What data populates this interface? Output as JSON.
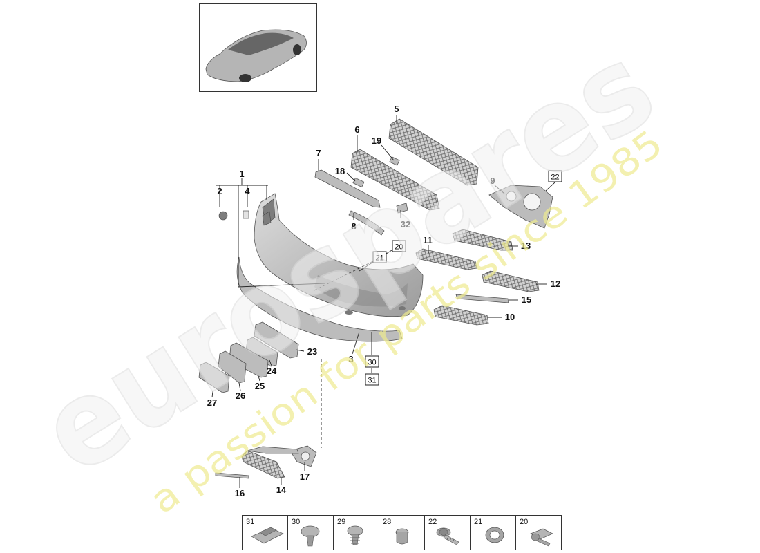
{
  "diagram": {
    "thumbnail_icon": "car-thumbnail"
  },
  "callouts": {
    "c1": "1",
    "c2": "2",
    "c3": "3",
    "c4": "4",
    "c5": "5",
    "c6": "6",
    "c7": "7",
    "c8": "8",
    "c9": "9",
    "c10": "10",
    "c11": "11",
    "c12": "12",
    "c13": "13",
    "c14": "14",
    "c15": "15",
    "c16": "16",
    "c17": "17",
    "c18": "18",
    "c19": "19",
    "c23": "23",
    "c24": "24",
    "c25": "25",
    "c26": "26",
    "c27": "27",
    "c32": "32"
  },
  "boxed_refs": {
    "b20": "20",
    "b21": "21",
    "b22": "22",
    "b30": "30",
    "b31": "31"
  },
  "legend": [
    {
      "number": "31",
      "icon": "clip-nut-icon"
    },
    {
      "number": "30",
      "icon": "push-rivet-icon"
    },
    {
      "number": "29",
      "icon": "expansion-rivet-icon"
    },
    {
      "number": "28",
      "icon": "spreading-rivet-icon"
    },
    {
      "number": "22",
      "icon": "flange-screw-icon"
    },
    {
      "number": "21",
      "icon": "grommet-icon"
    },
    {
      "number": "20",
      "icon": "clip-nut-screw-icon"
    }
  ],
  "watermark": {
    "brand": "eurospares",
    "tagline": "a passion for parts since 1985"
  },
  "colors": {
    "part_fill": "#bcbcbc",
    "line": "#222222",
    "watermark_tagline": "#efeb8f"
  }
}
